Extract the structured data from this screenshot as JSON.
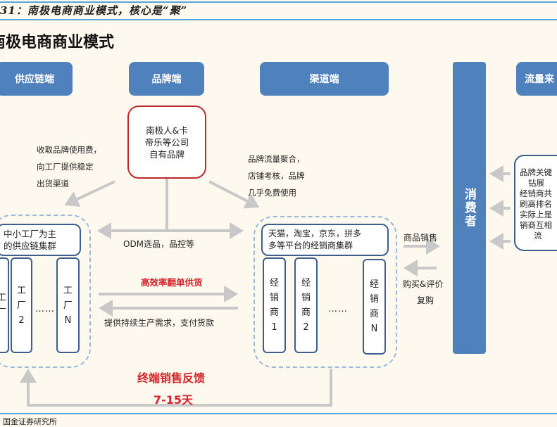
{
  "caption": "31：南极电商商业模式，核心是“聚”",
  "heading": "南极电商商业模式",
  "headers": {
    "supply": "供应链端",
    "brand": "品牌端",
    "channel": "渠道端",
    "traffic": "流量来",
    "consumer": "消费者"
  },
  "brand_box": [
    "南极人&卡",
    "帝乐等公司",
    "自有品牌"
  ],
  "brand_to_supply_note": [
    "收取品牌使用费，",
    "向工厂提供稳定",
    "出货渠道"
  ],
  "brand_to_channel_note": [
    "品牌流量聚合，",
    "店铺考核，品牌",
    "几乎免费使用"
  ],
  "odm_note": "ODM选品，品控等",
  "supply_cluster": {
    "title": [
      "中小工厂为主",
      "的供应链集群"
    ],
    "columns": [
      [
        "工",
        "厂"
      ],
      [
        "工",
        "厂",
        "2"
      ],
      [
        "工",
        "厂",
        "N"
      ]
    ],
    "ellipsis": "……"
  },
  "channel_cluster": {
    "title": [
      "天猫，淘宝，京东，拼多",
      "多等平台的经销商集群"
    ],
    "columns": [
      [
        "经",
        "销",
        "商",
        "1"
      ],
      [
        "经",
        "销",
        "商",
        "2"
      ],
      [
        "经",
        "销",
        "商",
        "N"
      ]
    ],
    "ellipsis": "……"
  },
  "flow_supply": "高效率翻单供货",
  "flow_demand": "提供持续生产需求，支付货款",
  "sales": "商品销售",
  "purchase": [
    "购买&评价",
    "复购"
  ],
  "traffic_box": [
    "品牌关键",
    "钻展",
    "经销商共",
    "刷高排名",
    "实际上是",
    "销商互相",
    "流"
  ],
  "feedback": "终端销售反馈",
  "feedback_days": "7-15天",
  "source": "国金证券研究所",
  "colors": {
    "header_blue": "#4f81bd",
    "accent_red": "#d4232a",
    "background": "#fdf9ef"
  }
}
